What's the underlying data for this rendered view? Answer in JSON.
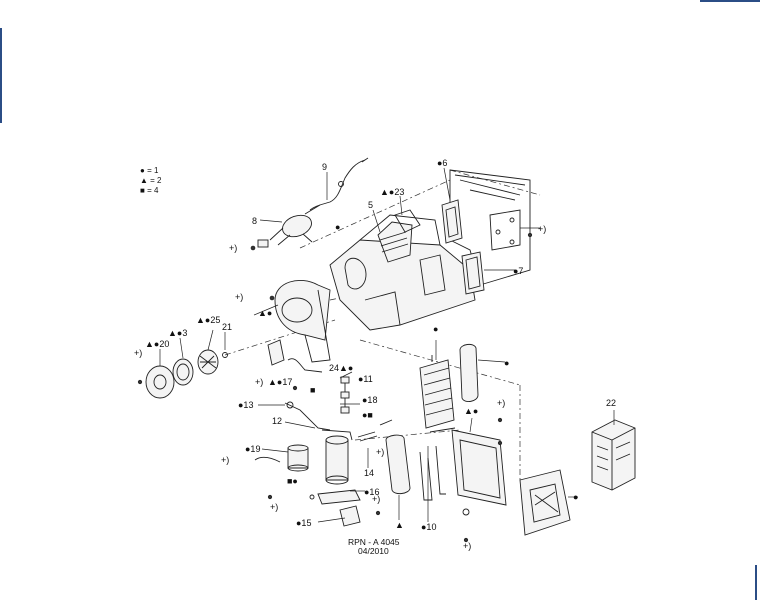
{
  "legend": [
    {
      "symbol": "●",
      "text": "= 1"
    },
    {
      "symbol": "▲",
      "text": "= 2"
    },
    {
      "symbol": "■",
      "text": "= 4"
    }
  ],
  "callouts": {
    "c9": "9",
    "c8": "8",
    "c6": "●6",
    "c23": "▲●23",
    "c5": "5",
    "c7": "●7",
    "c25": "▲●25",
    "c21": "21",
    "c3": "▲●3",
    "c20": "▲●20",
    "c24": "24▲●",
    "c17": "▲●17",
    "c11": "●11",
    "c18": "●18",
    "c13": "●13",
    "c12": "12",
    "c19": "●19",
    "c14": "14",
    "c16": "●16",
    "c15": "●15",
    "c10": "●10",
    "c22": "22",
    "sym_sq": "■",
    "sym_sqdot": "■●",
    "sym_dotsq": "●■",
    "sym_tridot": "▲●",
    "sym_tri_dot2": "▲●",
    "sym_dot_a": "●",
    "sym_dot_b": "●",
    "sym_tri": "▲",
    "sym_dot_c": "●",
    "sym_dot_d": "●"
  },
  "plus_marks": [
    "+)",
    "+)",
    "+)",
    "+)",
    "+)",
    "+)",
    "+)",
    "+)",
    "+)",
    "+)",
    "+)"
  ],
  "reference": {
    "line1": "RPN - A 4045",
    "line2": "04/2010"
  }
}
